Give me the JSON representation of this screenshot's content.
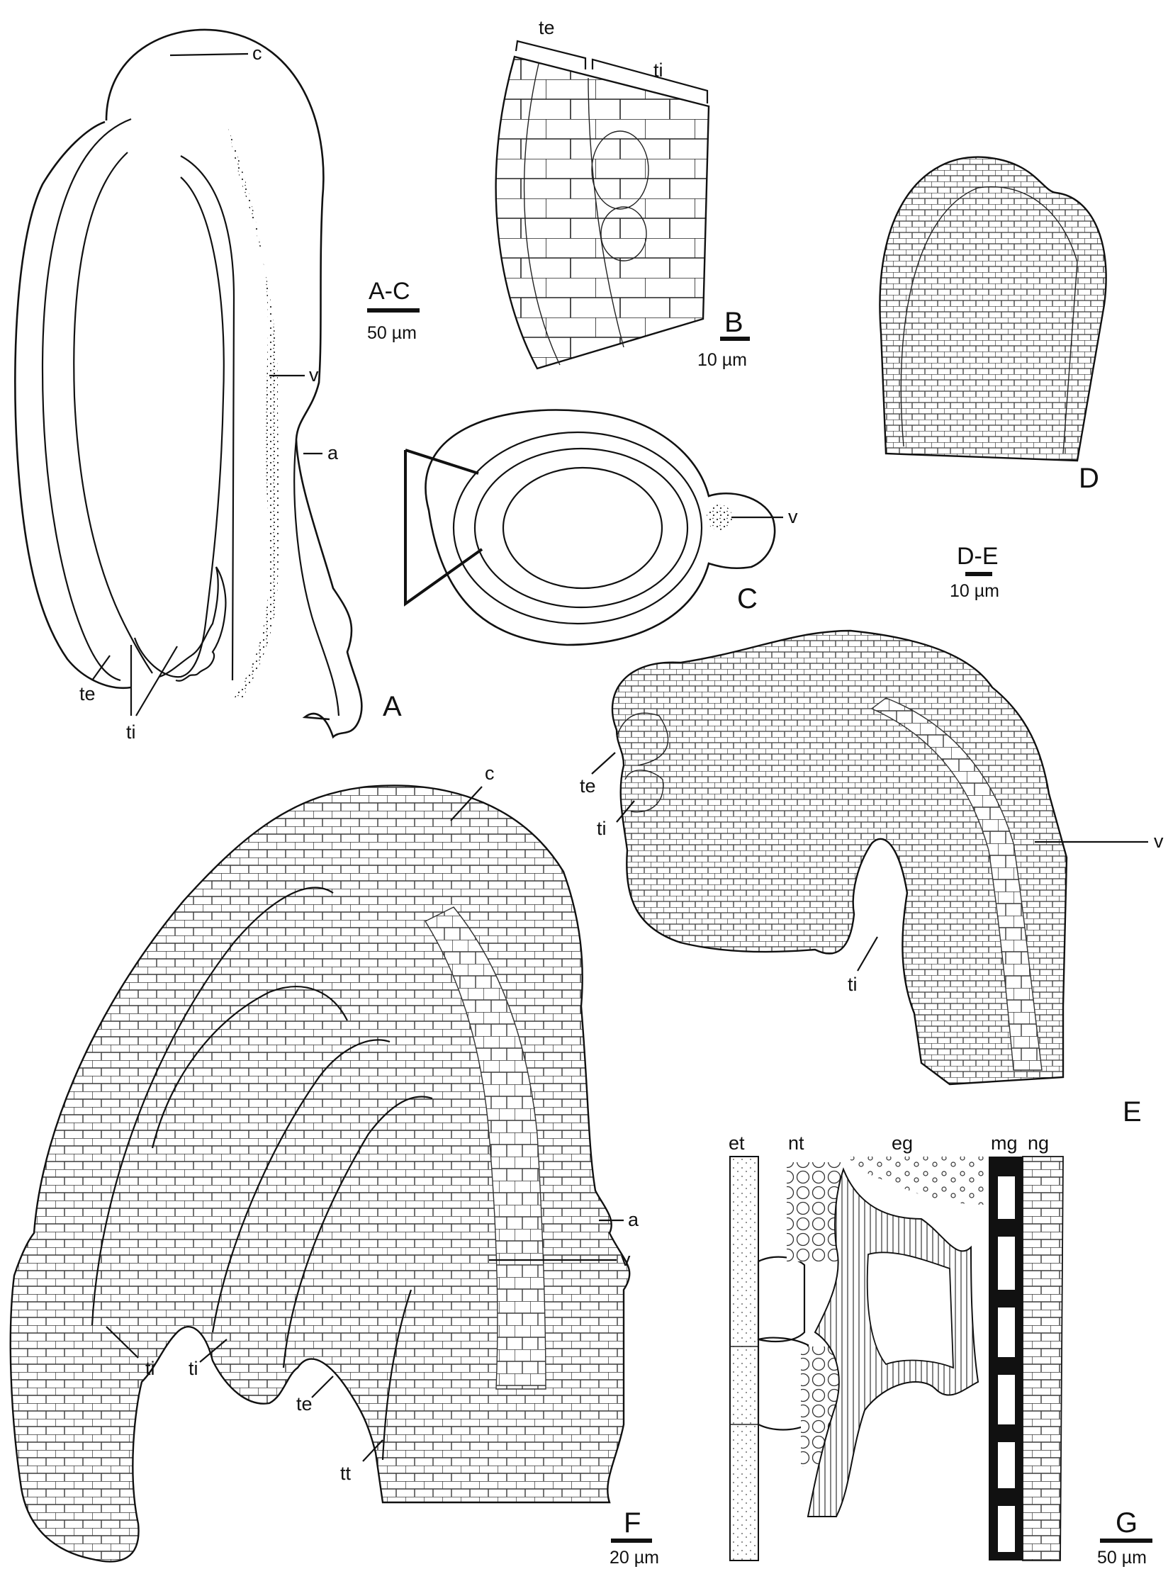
{
  "figure": {
    "panels": [
      {
        "id": "A",
        "letter": "A",
        "labels": [
          "c",
          "v",
          "a",
          "te",
          "ti"
        ]
      },
      {
        "id": "B",
        "letter": "B",
        "labels": [
          "te",
          "ti"
        ]
      },
      {
        "id": "C",
        "letter": "C",
        "labels": [
          "v"
        ]
      },
      {
        "id": "D",
        "letter": "D",
        "labels": []
      },
      {
        "id": "E",
        "letter": "E",
        "labels": [
          "te",
          "ti",
          "v",
          "ti"
        ]
      },
      {
        "id": "F",
        "letter": "F",
        "labels": [
          "c",
          "a",
          "v",
          "ti",
          "ti",
          "te",
          "tt"
        ]
      },
      {
        "id": "G",
        "letter": "G",
        "labels": [
          "et",
          "nt",
          "eg",
          "mg",
          "ng"
        ]
      }
    ],
    "scale_bars": [
      {
        "id": "AC",
        "group": "A-C",
        "value": "50 µm"
      },
      {
        "id": "B",
        "group": "B",
        "value": "10 µm"
      },
      {
        "id": "DE",
        "group": "D-E",
        "value": "10 µm"
      },
      {
        "id": "F",
        "group": "F",
        "value": "20 µm"
      },
      {
        "id": "G",
        "group": "G",
        "value": "50 µm"
      }
    ]
  }
}
